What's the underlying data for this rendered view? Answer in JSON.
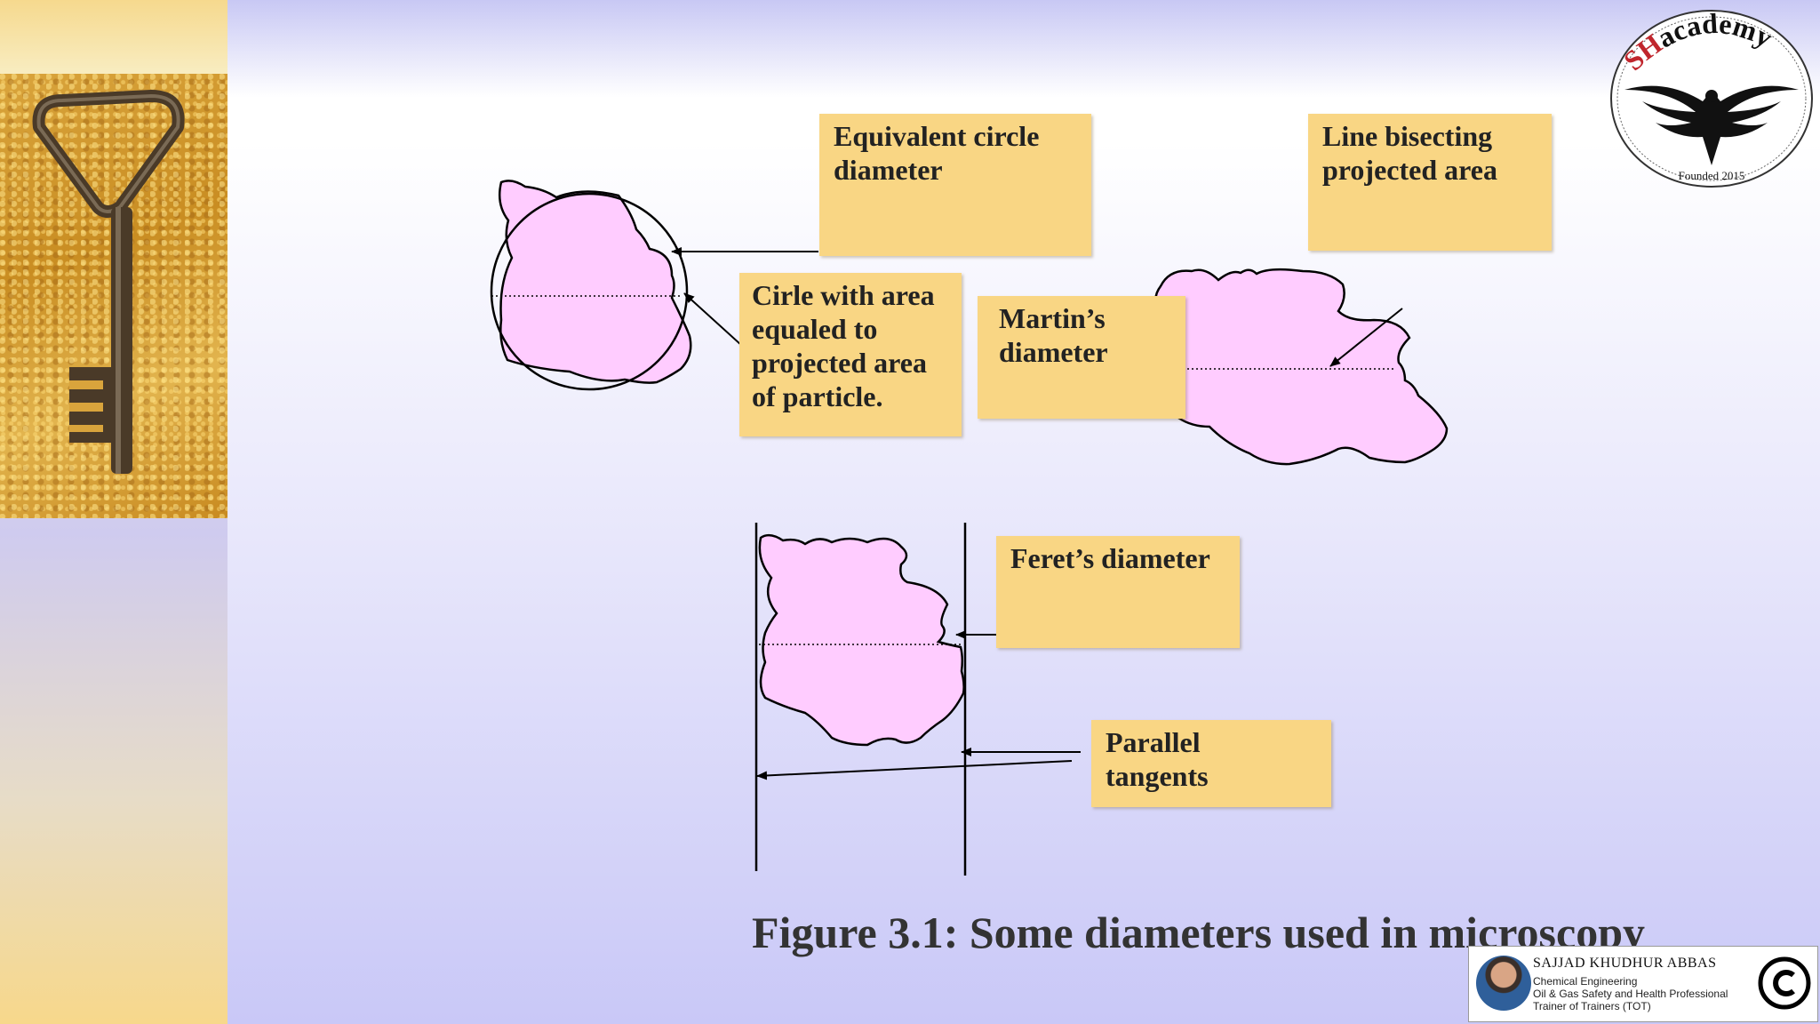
{
  "labels": {
    "equivalent_circle": "Equivalent circle\ndiameter",
    "line_bisecting": "Line bisecting\nprojected area",
    "circle_area": "Cirle with area\nequaled to\nprojected area\nof particle.",
    "martins": "Martin’s\ndiameter",
    "ferets": "Feret’s diameter",
    "parallel": "Parallel\ntangents"
  },
  "caption": "Figure 3.1:  Some diameters used in microscopy",
  "logo": {
    "brand": "SHacademy",
    "founded": "Founded 2015"
  },
  "credit": {
    "name": "SAJJAD KHUDHUR ABBAS",
    "line1": "Chemical Engineering",
    "line2": "Oil & Gas Safety and Health Professional",
    "line3": "Trainer of Trainers (TOT)"
  },
  "colors": {
    "particle_fill": "#ffccff",
    "label_fill": "#f9d684"
  },
  "icons": [
    "key-photo",
    "eagle-icon",
    "copyright-icon",
    "avatar"
  ]
}
